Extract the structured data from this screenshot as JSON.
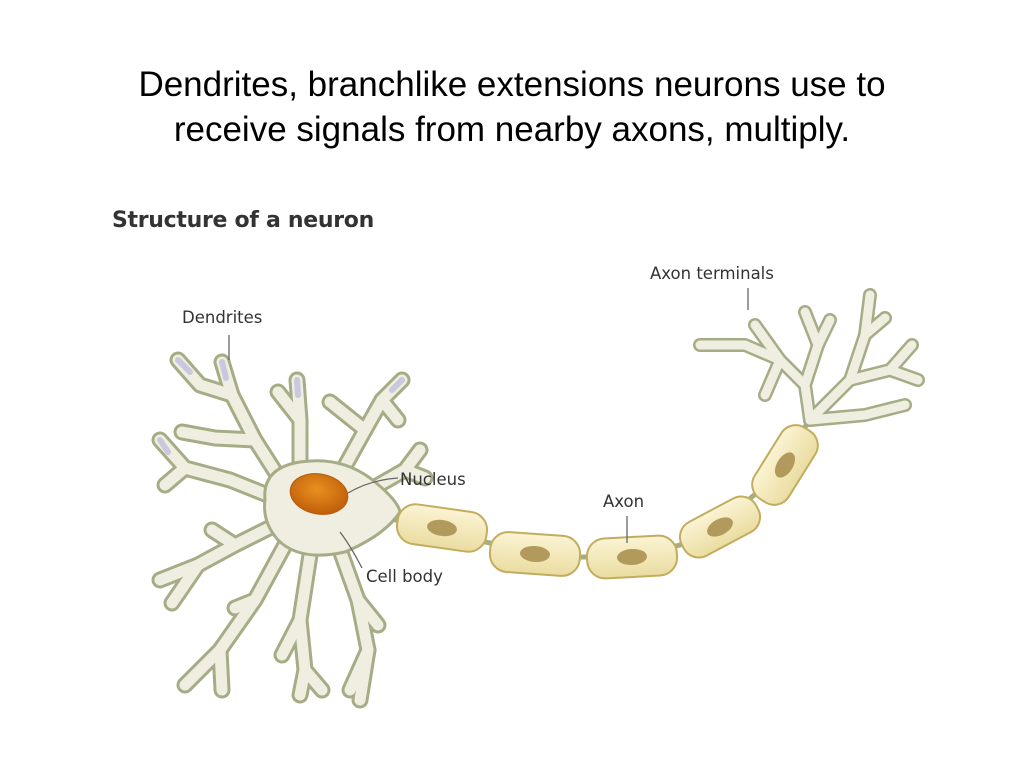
{
  "slide": {
    "title_line1": "Dendrites, branchlike extensions neurons use to",
    "title_line2": "receive signals from nearby axons, multiply."
  },
  "diagram": {
    "title": "Structure of a neuron",
    "labels": {
      "dendrites": "Dendrites",
      "nucleus": "Nucleus",
      "cell_body": "Cell body",
      "axon": "Axon",
      "axon_terminals": "Axon terminals"
    },
    "colors": {
      "cell_fill": "#efeee0",
      "cell_outline": "#a6ad86",
      "dendrite_tip": "#c9c8de",
      "nucleus": "#cf6e10",
      "myelin": "#f6ecbc",
      "myelin_outline": "#c2ad5e",
      "myelin_core": "#b19a5c"
    }
  }
}
